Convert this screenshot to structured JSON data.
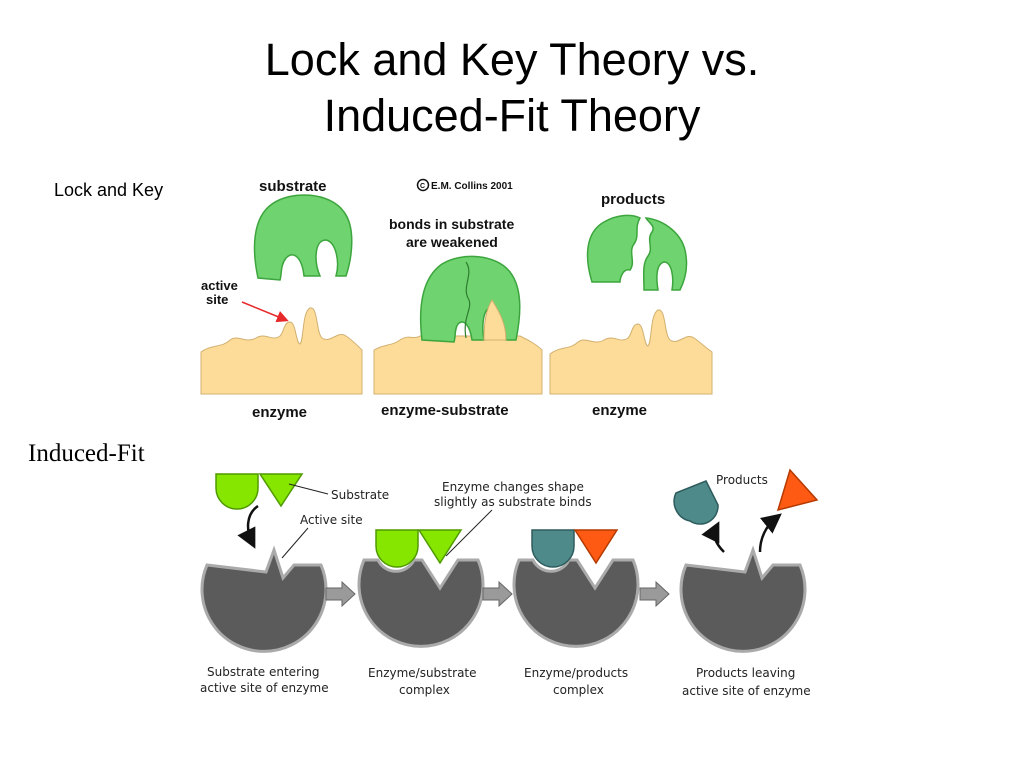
{
  "slide": {
    "title_line1": "Lock and Key Theory vs.",
    "title_line2": "Induced-Fit Theory"
  },
  "lock_and_key": {
    "side_label": "Lock and Key",
    "credit": "E.M. Collins 2001",
    "credit_symbol": "C",
    "labels": {
      "substrate": "substrate",
      "active_site_1": "active",
      "active_site_2": "site",
      "bonds_1": "bonds in substrate",
      "bonds_2": "are weakened",
      "products": "products",
      "enzyme_1": "enzyme",
      "enzyme_substrate": "enzyme-substrate",
      "enzyme_2": "enzyme"
    },
    "colors": {
      "substrate": "#6fd36f",
      "enzyme": "#fddc9a",
      "arrow": "#e8292b"
    }
  },
  "induced_fit": {
    "side_label": "Induced-Fit",
    "labels": {
      "substrate": "Substrate",
      "active_site": "Active site",
      "changes_1": "Enzyme changes shape",
      "changes_2": "slightly as substrate binds",
      "products": "Products",
      "cap1_1": "Substrate entering",
      "cap1_2": "active site of enzyme",
      "cap2_1": "Enzyme/substrate",
      "cap2_2": "complex",
      "cap3_1": "Enzyme/products",
      "cap3_2": "complex",
      "cap4_1": "Products leaving",
      "cap4_2": "active site of enzyme"
    },
    "colors": {
      "substrate": "#86e600",
      "enzyme": "#5b5b5b",
      "product_a": "#4f8a8b",
      "product_b": "#ff5a14",
      "arrow": "#9a9a9a"
    }
  }
}
